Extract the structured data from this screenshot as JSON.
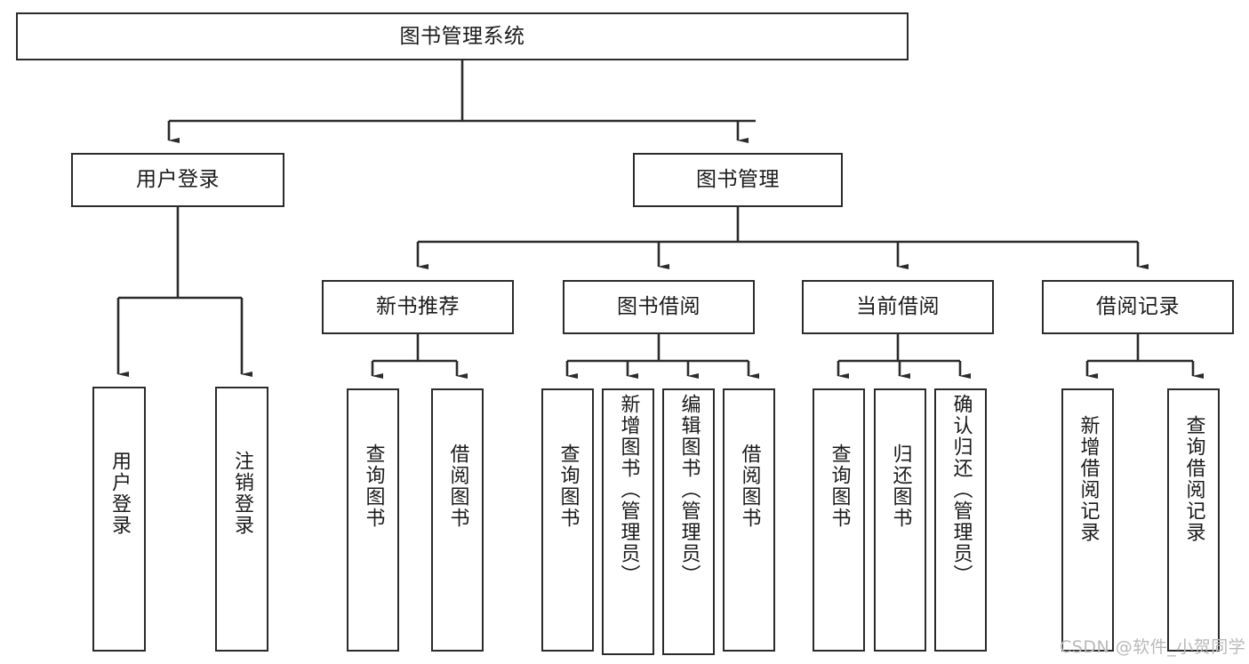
{
  "diagram": {
    "title": "图书管理系统",
    "type": "tree-hierarchy",
    "levels": 4,
    "nodes": {
      "root": {
        "label": "图书管理系统"
      },
      "user_login": {
        "label": "用户登录"
      },
      "book_manage": {
        "label": "图书管理"
      },
      "new_book_rec": {
        "label": "新书推荐"
      },
      "book_borrow": {
        "label": "图书借阅"
      },
      "current_borrow": {
        "label": "当前借阅"
      },
      "borrow_record": {
        "label": "借阅记录"
      },
      "leaf_user_login": {
        "label": "用户登录"
      },
      "leaf_logout": {
        "label": "注销登录"
      },
      "leaf_query_book_1": {
        "label": "查询图书"
      },
      "leaf_borrow_book_1": {
        "label": "借阅图书"
      },
      "leaf_query_book_2": {
        "label": "查询图书"
      },
      "leaf_add_book": {
        "label": "新增图书（管理员）"
      },
      "leaf_edit_book": {
        "label": "编辑图书（管理员）"
      },
      "leaf_borrow_book_2": {
        "label": "借阅图书"
      },
      "leaf_query_book_3": {
        "label": "查询图书"
      },
      "leaf_return_book": {
        "label": "归还图书"
      },
      "leaf_confirm_return": {
        "label": "确认归还（管理员）"
      },
      "leaf_add_record": {
        "label": "新增借阅记录"
      },
      "leaf_query_record": {
        "label": "查询借阅记录"
      }
    },
    "edges": [
      {
        "from": "root",
        "to": "user_login"
      },
      {
        "from": "root",
        "to": "book_manage"
      },
      {
        "from": "user_login",
        "to": "leaf_user_login"
      },
      {
        "from": "user_login",
        "to": "leaf_logout"
      },
      {
        "from": "book_manage",
        "to": "new_book_rec"
      },
      {
        "from": "book_manage",
        "to": "book_borrow"
      },
      {
        "from": "book_manage",
        "to": "current_borrow"
      },
      {
        "from": "book_manage",
        "to": "borrow_record"
      },
      {
        "from": "new_book_rec",
        "to": "leaf_query_book_1"
      },
      {
        "from": "new_book_rec",
        "to": "leaf_borrow_book_1"
      },
      {
        "from": "book_borrow",
        "to": "leaf_query_book_2"
      },
      {
        "from": "book_borrow",
        "to": "leaf_add_book"
      },
      {
        "from": "book_borrow",
        "to": "leaf_edit_book"
      },
      {
        "from": "book_borrow",
        "to": "leaf_borrow_book_2"
      },
      {
        "from": "current_borrow",
        "to": "leaf_query_book_3"
      },
      {
        "from": "current_borrow",
        "to": "leaf_return_book"
      },
      {
        "from": "current_borrow",
        "to": "leaf_confirm_return"
      },
      {
        "from": "borrow_record",
        "to": "leaf_add_record"
      },
      {
        "from": "borrow_record",
        "to": "leaf_query_record"
      }
    ],
    "colors": {
      "stroke": "#2b2b2b",
      "fill": "#ffffff",
      "text": "#1b1b1b",
      "watermark": "#b9b9b9"
    }
  },
  "watermark": {
    "text": "CSDN @软件_小贺同学"
  }
}
